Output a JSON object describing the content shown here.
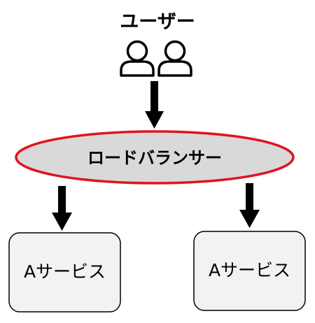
{
  "diagram": {
    "users_label": "ユーザー",
    "load_balancer_label": "ロードバランサー",
    "services": [
      {
        "label": "Aサービス"
      },
      {
        "label": "Aサービス"
      }
    ]
  },
  "colors": {
    "ellipse_fill": "#d9d9d9",
    "ellipse_stroke": "#e0141e",
    "service_fill": "#f2f2f2",
    "service_stroke": "#000000",
    "arrow": "#000000",
    "text": "#000000"
  },
  "icons": {
    "users": "two-users-icon"
  }
}
